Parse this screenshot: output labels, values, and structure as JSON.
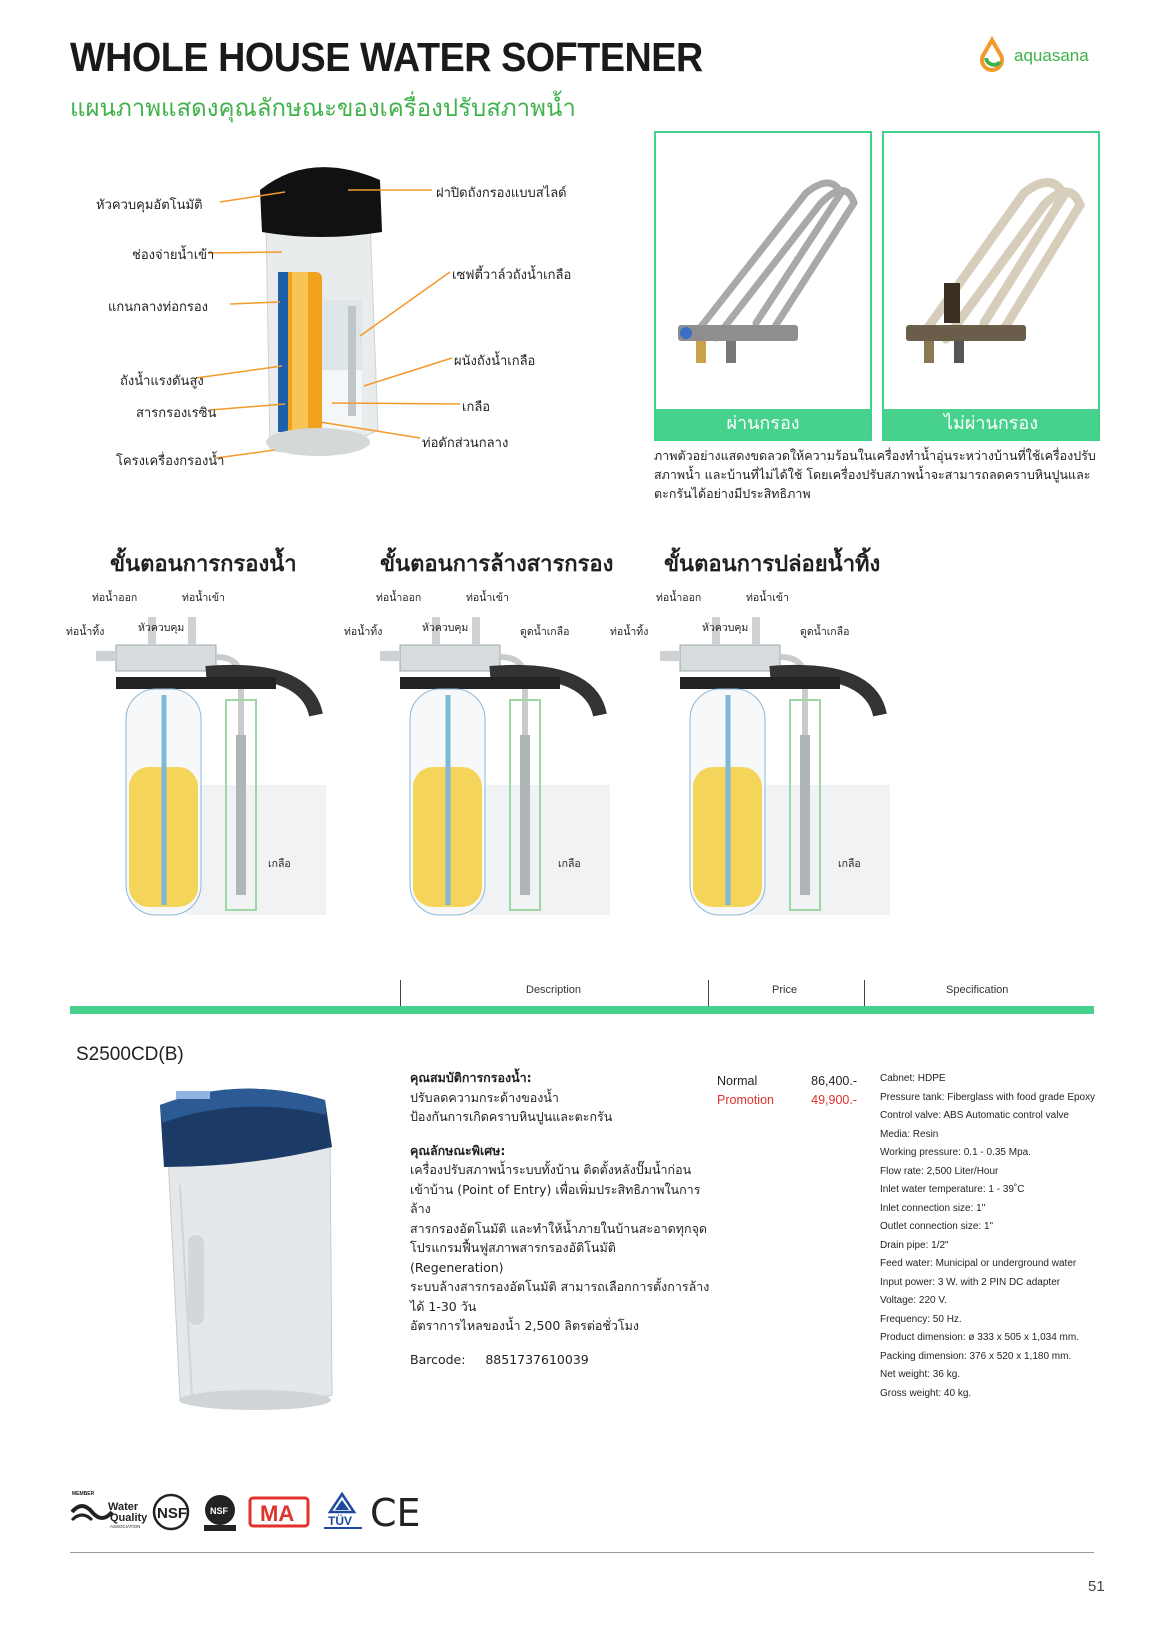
{
  "header": {
    "title": "WHOLE HOUSE WATER SOFTENER",
    "subtitle": "แผนภาพแสดงคุณลักษณะของเครื่องปรับสภาพน้ำ",
    "brand": "aquasana"
  },
  "cutaway_callouts": {
    "left": [
      "หัวควบคุมอัตโนมัติ",
      "ช่องจ่ายน้ำเข้า",
      "แกนกลางท่อกรอง",
      "ถังน้ำแรงดันสูง",
      "สารกรองเรซิน",
      "โครงเครื่องกรองน้ำ"
    ],
    "right": [
      "ฝาปิดถังกรองแบบสไลด์",
      "เซฟตี้วาล์วถังน้ำเกลือ",
      "ผนังถังน้ำเกลือ",
      "เกลือ",
      "ท่อดักส่วนกลาง"
    ]
  },
  "photos": [
    {
      "caption": "ผ่านกรอง"
    },
    {
      "caption": "ไม่ผ่านกรอง"
    }
  ],
  "photo_note": "ภาพตัวอย่างแสดงขดลวดให้ความร้อนในเครื่องทำน้ำอุ่นระหว่างบ้านที่ใช้เครื่องปรับสภาพน้ำ และบ้านที่ไม่ได้ใช้ โดยเครื่องปรับสภาพน้ำจะสามารถลดคราบหินปูนและตะกรันได้อย่างมีประสิทธิภาพ",
  "processes": [
    {
      "heading": "ขั้นตอนการกรองน้ำ",
      "outlet": "ท่อน้ำออก",
      "inlet": "ท่อน้ำเข้า",
      "drain": "ท่อน้ำทิ้ง",
      "head": "หัวควบคุม",
      "brine": "",
      "salt": "เกลือ"
    },
    {
      "heading": "ขั้นตอนการล้างสารกรอง",
      "outlet": "ท่อน้ำออก",
      "inlet": "ท่อน้ำเข้า",
      "drain": "ท่อน้ำทิ้ง",
      "head": "หัวควบคุม",
      "brine": "ดูดน้ำเกลือ",
      "salt": "เกลือ"
    },
    {
      "heading": "ขั้นตอนการปล่อยน้ำทิ้ง",
      "outlet": "ท่อน้ำออก",
      "inlet": "ท่อน้ำเข้า",
      "drain": "ท่อน้ำทิ้ง",
      "head": "หัวควบคุม",
      "brine": "ดูดน้ำเกลือ",
      "salt": "เกลือ"
    }
  ],
  "table": {
    "col_description": "Description",
    "col_price": "Price",
    "col_specification": "Specification"
  },
  "product": {
    "model": "S2500CD(B)",
    "desc_h1": "คุณสมบัติการกรองน้ำ:",
    "desc_l1": "ปรับลดความกระด้างของน้ำ",
    "desc_l2": "ป้องกันการเกิดคราบหินปูนและตะกรัน",
    "desc_h2": "คุณลักษณะพิเศษ:",
    "desc_l3": "เครื่องปรับสภาพน้ำระบบทั้งบ้าน ติดตั้งหลังปั๊มน้ำก่อน",
    "desc_l4": "เข้าบ้าน (Point of Entry) เพื่อเพิ่มประสิทธิภาพในการล้าง",
    "desc_l5": "สารกรองอัตโนมัติ และทำให้น้ำภายในบ้านสะอาดทุกจุด",
    "desc_l6": "โปรแกรมฟื้นฟูสภาพสารกรองอัติโนมัติ (Regeneration)",
    "desc_l7": "ระบบล้างสารกรองอัตโนมัติ สามารถเลือกการตั้งการล้าง",
    "desc_l8": "ได้ 1-30 วัน",
    "desc_l9": "อัตราการไหลของน้ำ 2,500 ลิตรต่อชั่วโมง",
    "barcode_label": "Barcode:",
    "barcode": "8851737610039",
    "price_normal_label": "Normal",
    "price_normal": "86,400.-",
    "price_promo_label": "Promotion",
    "price_promo": "49,900.-",
    "specs": [
      "Cabnet: HDPE",
      "Pressure tank: Fiberglass with food grade Epoxy",
      "Control valve: ABS Automatic control valve",
      "Media: Resin",
      "Working pressure: 0.1 - 0.35 Mpa.",
      "Flow rate: 2,500 Liter/Hour",
      "Inlet water temperature: 1 - 39˚C",
      "Inlet connection size: 1\"",
      "Outlet connection size: 1\"",
      "Drain pipe: 1/2\"",
      "Feed water: Municipal or underground water",
      "Input power: 3 W. with 2 PIN DC adapter",
      "Voltage: 220 V.",
      "Frequency: 50 Hz.",
      "Product dimension: ø 333 x 505 x 1,034 mm.",
      "Packing dimension: 376 x 520 x 1,180 mm.",
      "Net weight: 36 kg.",
      "Gross weight: 40 kg."
    ]
  },
  "certs": {
    "wq_member": "MEMBER",
    "wq_1": "Water",
    "wq_2": "Quality",
    "wq_3": "ASSOCIATION",
    "nsf": "NSF",
    "ma": "MA",
    "tuv": "TÜV",
    "ce": "CE"
  },
  "page_number": "51",
  "colors": {
    "green": "#3fb24a",
    "bar_green": "#46d28c",
    "promo_red": "#e0312b"
  }
}
